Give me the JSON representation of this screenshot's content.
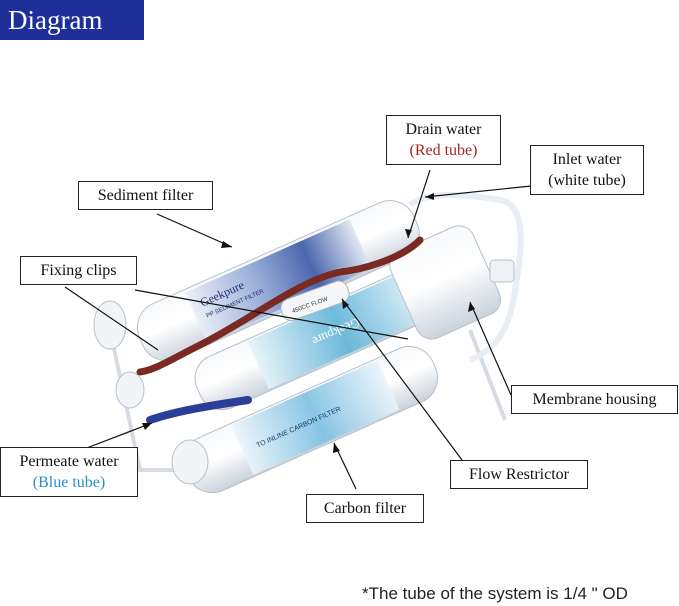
{
  "title": "Diagram",
  "labels": {
    "sediment_filter": "Sediment filter",
    "fixing_clips": "Fixing clips",
    "drain_water": "Drain water",
    "drain_water_sub": "(Red tube)",
    "inlet_water": "Inlet water",
    "inlet_water_sub": "(white tube)",
    "membrane_housing": "Membrane housing",
    "permeate_water": "Permeate water",
    "permeate_water_sub": "(Blue tube)",
    "flow_restrictor": "Flow Restrictor",
    "carbon_filter": "Carbon filter"
  },
  "product_text": {
    "sediment_brand": "Geekpure",
    "sediment_sub": "PP SEDIMENT FILTER",
    "sediment_flow": "FLOW",
    "middle_brand": "Geekpure",
    "restrictor_text": "450CC FLOW",
    "carbon_text": "TO INLINE CARBON FILTER"
  },
  "footnote": "*The tube of the system is 1/4 \" OD",
  "colors": {
    "banner": "#1f2f9a",
    "drain_tube": "#7a2a22",
    "permeate_tube": "#2a3f96"
  }
}
